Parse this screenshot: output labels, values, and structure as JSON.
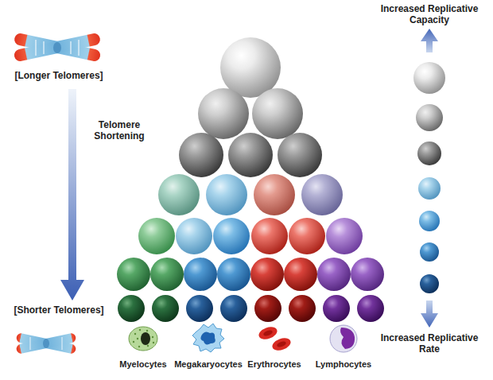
{
  "diagram": {
    "labels": [
      "[Longer Telomeres]",
      "Telomere Shortening",
      "[Shorter Telomeres]",
      "Increased Replicative Capacity",
      "Increased Replicative Rate",
      "Myelocytes",
      "Megakaryocytes",
      "Erythrocytes",
      "Lymphocytes"
    ]
  }
}
